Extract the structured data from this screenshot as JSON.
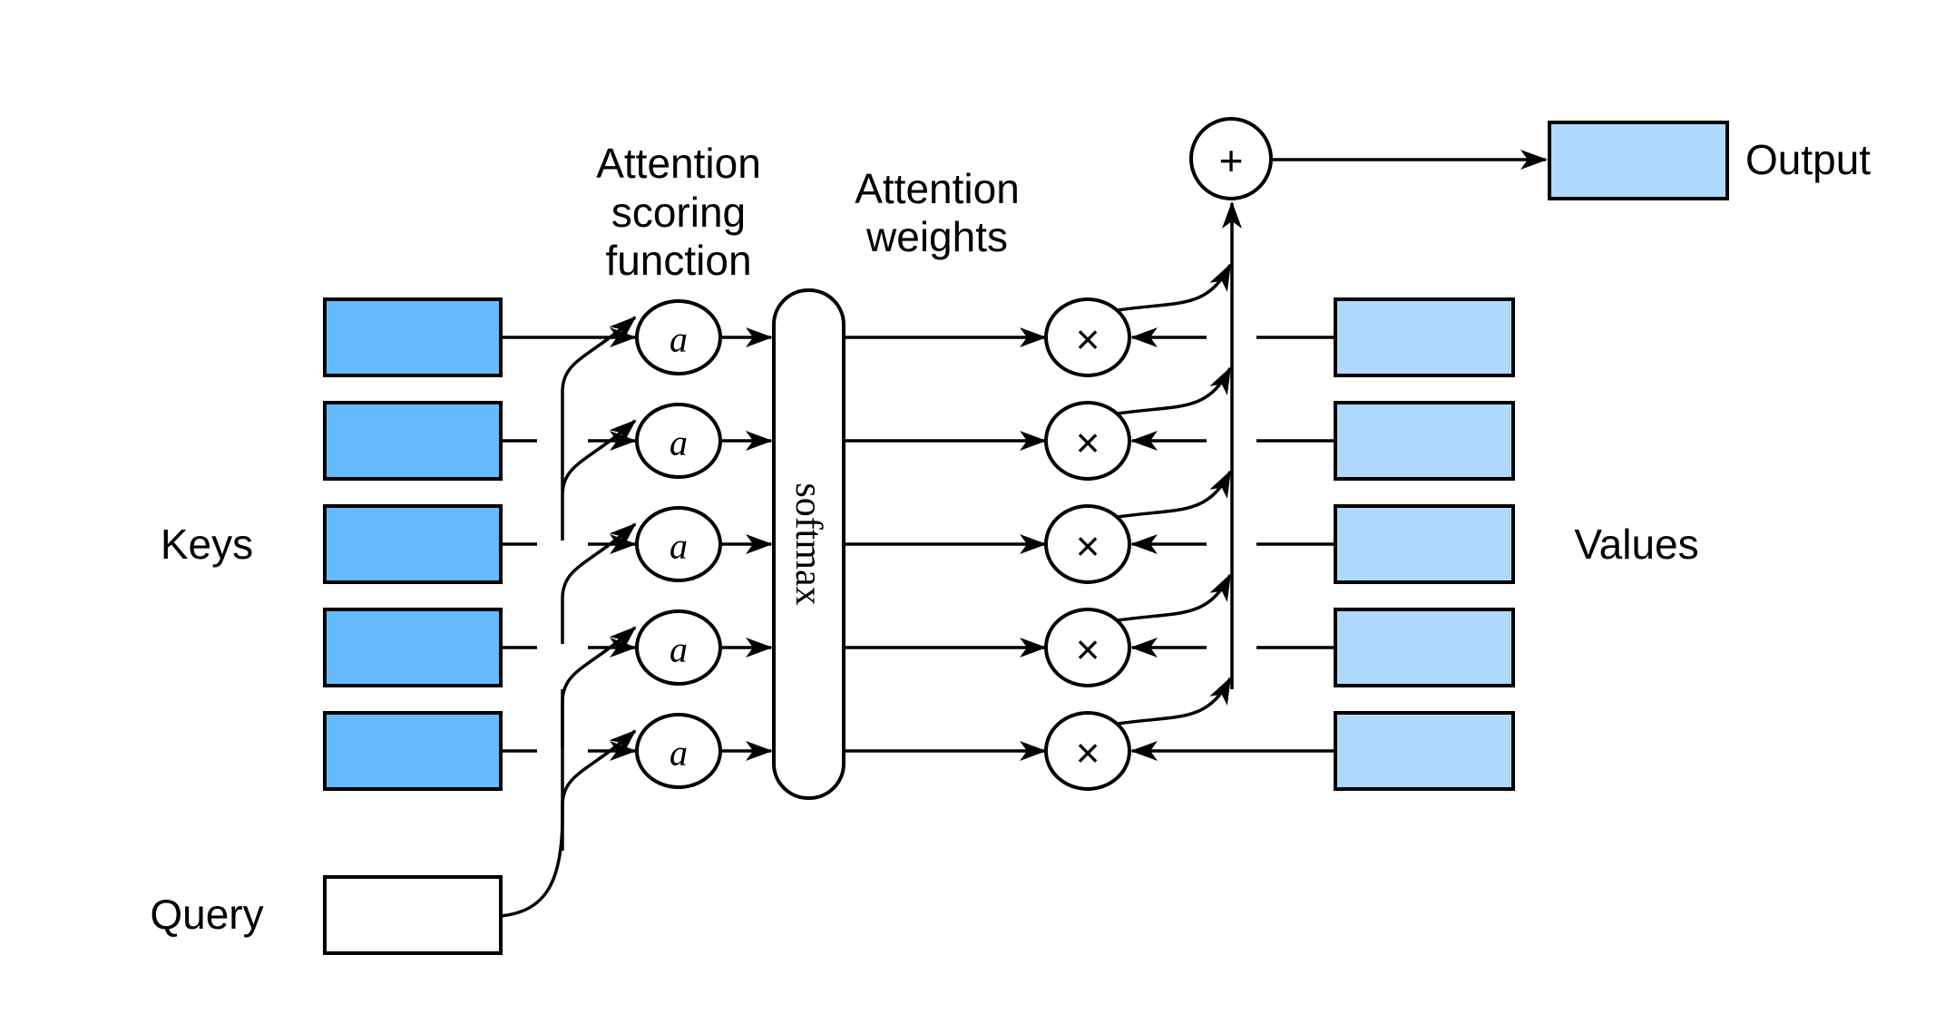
{
  "labels": {
    "keys": "Keys",
    "query": "Query",
    "values": "Values",
    "output": "Output",
    "scoring_line1": "Attention",
    "scoring_line2": "scoring",
    "scoring_line3": "function",
    "weights_line1": "Attention",
    "weights_line2": "weights",
    "softmax": "softmax",
    "score_symbol": "a",
    "multiply_symbol": "×",
    "sum_symbol": "+"
  },
  "colors": {
    "key_fill": "#66bbff",
    "value_fill": "#afd9fe",
    "output_fill": "#afd9fe",
    "query_fill": "#ffffff",
    "stroke": "#000000"
  },
  "counts": {
    "pairs": 5
  }
}
